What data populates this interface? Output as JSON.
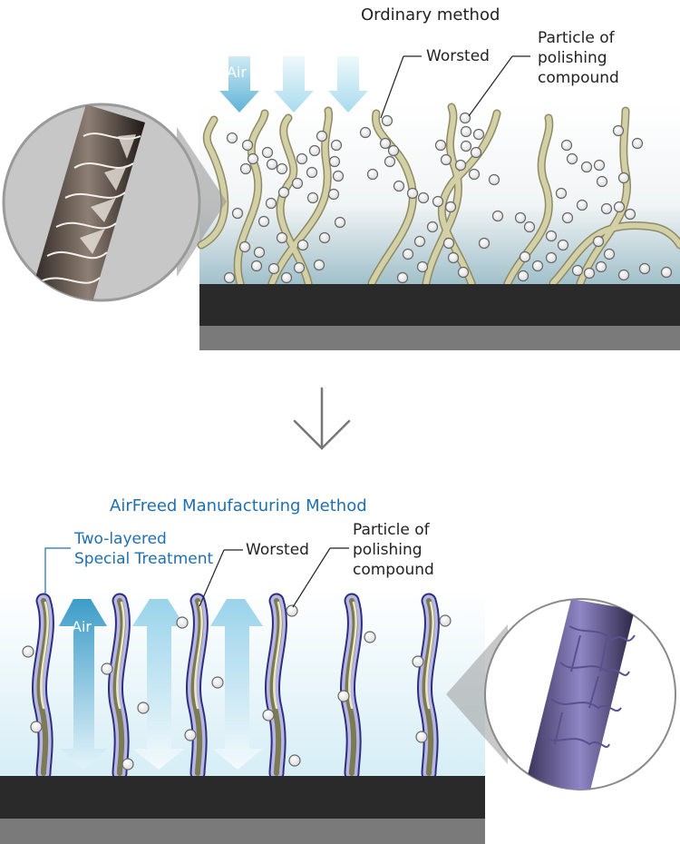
{
  "top_panel": {
    "title": "Ordinary method",
    "air_label": "Air",
    "worsted_label": "Worsted",
    "particle_label_lines": [
      "Particle of",
      "polishing",
      "compound"
    ]
  },
  "bottom_panel": {
    "title": "AirFreed Manufacturing Method",
    "treatment_label_lines": [
      "Two-layered",
      "Special Treatment"
    ],
    "air_label": "Air",
    "worsted_label": "Worsted",
    "particle_label_lines": [
      "Particle of",
      "polishing",
      "compound"
    ]
  },
  "colors": {
    "fiber_tan": "#c8c59a",
    "fiber_outline": "#8e8a62",
    "base_dark": "#2a2a2a",
    "base_grey": "#7a7a7a",
    "air_blue": "#5fb3d6",
    "title_blue": "#1f6fb5",
    "coating_blue": "#8a7fc4"
  },
  "transition_icon": "down-arrow-icon"
}
